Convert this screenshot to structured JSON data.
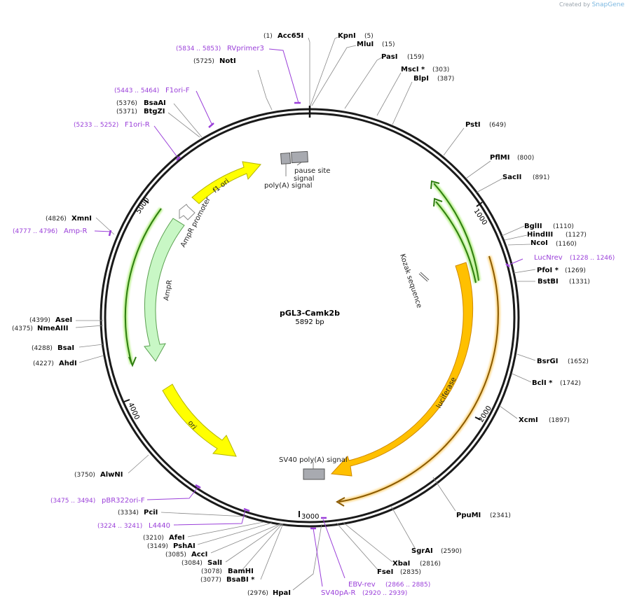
{
  "credit": {
    "prefix": "Created by",
    "brand": "SnapGene"
  },
  "plasmid": {
    "name": "pGL3-Camk2b",
    "length_label": "5892 bp"
  },
  "ticks": [
    "1000",
    "2000",
    "3000",
    "4000",
    "5000"
  ],
  "sites": [
    {
      "name": "Acc65I",
      "pos": "(1)"
    },
    {
      "name": "KpnI",
      "pos": "(5)"
    },
    {
      "name": "MluI",
      "pos": "(15)"
    },
    {
      "name": "PasI",
      "pos": "(159)"
    },
    {
      "name": "MscI *",
      "pos": "(303)"
    },
    {
      "name": "BlpI",
      "pos": "(387)"
    },
    {
      "name": "PstI",
      "pos": "(649)"
    },
    {
      "name": "PflMI",
      "pos": "(800)"
    },
    {
      "name": "SacII",
      "pos": "(891)"
    },
    {
      "name": "BglII",
      "pos": "(1110)"
    },
    {
      "name": "HindIII",
      "pos": "(1127)"
    },
    {
      "name": "NcoI",
      "pos": "(1160)"
    },
    {
      "name": "PfoI *",
      "pos": "(1269)"
    },
    {
      "name": "BstBI",
      "pos": "(1331)"
    },
    {
      "name": "BsrGI",
      "pos": "(1652)"
    },
    {
      "name": "BclI *",
      "pos": "(1742)"
    },
    {
      "name": "XcmI",
      "pos": "(1897)"
    },
    {
      "name": "PpuMI",
      "pos": "(2341)"
    },
    {
      "name": "SgrAI",
      "pos": "(2590)"
    },
    {
      "name": "XbaI",
      "pos": "(2816)"
    },
    {
      "name": "FseI",
      "pos": "(2835)"
    },
    {
      "name": "HpaI",
      "pos": "(2976)"
    },
    {
      "name": "BsaBI *",
      "pos": "(3077)"
    },
    {
      "name": "BamHI",
      "pos": "(3078)"
    },
    {
      "name": "SalI",
      "pos": "(3084)"
    },
    {
      "name": "AccI",
      "pos": "(3085)"
    },
    {
      "name": "PshAI",
      "pos": "(3149)"
    },
    {
      "name": "AfeI",
      "pos": "(3210)"
    },
    {
      "name": "PciI",
      "pos": "(3334)"
    },
    {
      "name": "AlwNI",
      "pos": "(3750)"
    },
    {
      "name": "AhdI",
      "pos": "(4227)"
    },
    {
      "name": "BsaI",
      "pos": "(4288)"
    },
    {
      "name": "NmeAIII",
      "pos": "(4375)"
    },
    {
      "name": "AseI",
      "pos": "(4399)"
    },
    {
      "name": "XmnI",
      "pos": "(4826)"
    },
    {
      "name": "BtgZI",
      "pos": "(5371)"
    },
    {
      "name": "BsaAI",
      "pos": "(5376)"
    },
    {
      "name": "NotI",
      "pos": "(5725)"
    }
  ],
  "primers": [
    {
      "name": "RVprimer3",
      "range": "(5834 .. 5853)"
    },
    {
      "name": "F1ori-F",
      "range": "(5443 .. 5464)"
    },
    {
      "name": "F1ori-R",
      "range": "(5233 .. 5252)"
    },
    {
      "name": "Amp-R",
      "range": "(4777 .. 4796)"
    },
    {
      "name": "LucNrev",
      "range": "(1228 .. 1246)"
    },
    {
      "name": "pBR322ori-F",
      "range": "(3475 .. 3494)"
    },
    {
      "name": "L4440",
      "range": "(3224 .. 3241)"
    },
    {
      "name": "EBV-rev",
      "range": "(2866 .. 2885)"
    },
    {
      "name": "SV40pA-R",
      "range": "(2920 .. 2939)"
    }
  ],
  "features": {
    "f1_ori": "f1 ori",
    "ampr_promoter": "AmpR promoter",
    "ampr": "AmpR",
    "ori": "ori",
    "pause_site": "pause site",
    "pause_signal": "signal",
    "polya_signal": "poly(A) signal",
    "kozak": "Kozak sequence",
    "luciferase": "luciferase",
    "sv40_polya": "SV40 poly(A) signal"
  },
  "colors": {
    "backbone": "#1a1a1a",
    "primer": "#9a3fd9",
    "yellow": "#ffff00",
    "orange": "#ffc000",
    "light_green": "#c8f7c5",
    "green_line": "#2e7d10",
    "gray": "#a8aab0"
  }
}
